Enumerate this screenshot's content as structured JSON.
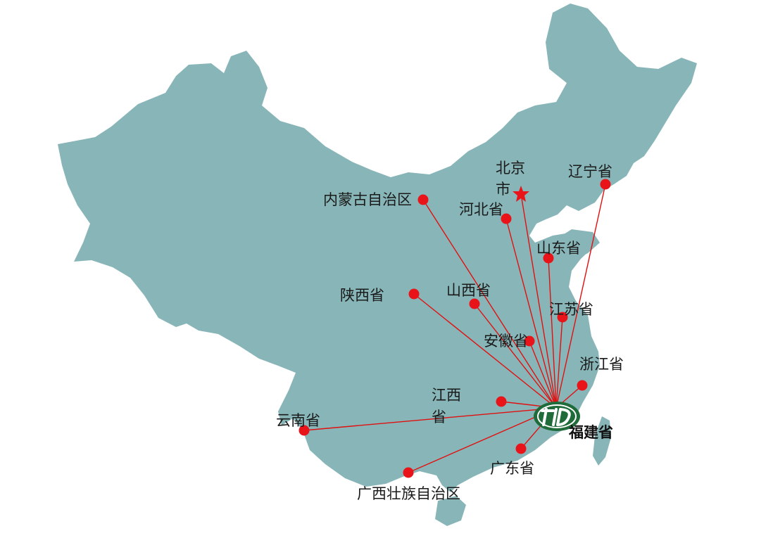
{
  "colors": {
    "land": "#88b6b8",
    "route": "#e01010",
    "marker": "#e8141a",
    "capital_star": "#e8141a",
    "logo": "#1f6b3a",
    "text": "#1a1a1a"
  },
  "hub": {
    "label": "福建省",
    "logo": "company-logo"
  },
  "capital": {
    "label_line1": "北京",
    "label_line2": "市",
    "icon": "star-icon"
  },
  "destinations": [
    {
      "id": "neimenggu",
      "label": "内蒙古自治区"
    },
    {
      "id": "hebei",
      "label": "河北省"
    },
    {
      "id": "liaoning",
      "label": "辽宁省"
    },
    {
      "id": "shandong",
      "label": "山东省"
    },
    {
      "id": "shaanxi",
      "label": "陕西省"
    },
    {
      "id": "shanxi",
      "label": "山西省"
    },
    {
      "id": "jiangsu",
      "label": "江苏省"
    },
    {
      "id": "anhui",
      "label": "安徽省"
    },
    {
      "id": "zhejiang",
      "label": "浙江省"
    },
    {
      "id": "jiangxi",
      "label_line1": "江西",
      "label_line2": "省"
    },
    {
      "id": "yunnan",
      "label": "云南省"
    },
    {
      "id": "guangdong",
      "label": "广东省"
    },
    {
      "id": "guangxi",
      "label": "广西壮族自治区"
    }
  ]
}
